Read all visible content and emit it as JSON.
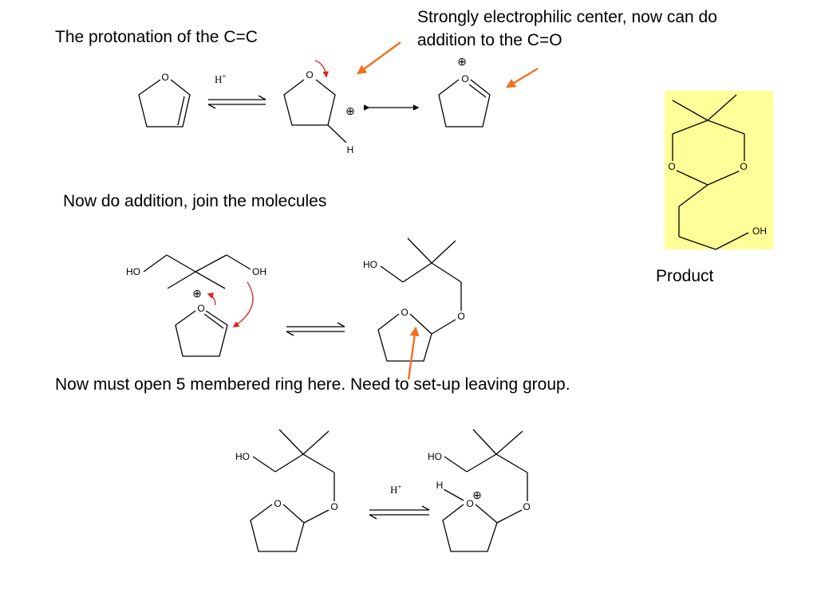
{
  "texts": {
    "protonation": "The protonation of the C=C",
    "electrophilic_line1": "Strongly electrophilic center, now can do",
    "electrophilic_line2": "addition to the C=O",
    "addition": "Now do addition, join the molecules",
    "open_ring": "Now must open 5 membered ring here.  Need to set-up leaving group.",
    "product": "Product"
  },
  "atoms": {
    "O": "O",
    "H": "H",
    "HO": "HO",
    "OH": "OH",
    "plus": "⊕"
  },
  "reagent": {
    "base": "H",
    "sup": "+"
  },
  "colors": {
    "orange_arrow": "#f07020",
    "red_curved_arrow": "#e02020",
    "product_highlight": "#ffff99",
    "bond": "#000000"
  }
}
